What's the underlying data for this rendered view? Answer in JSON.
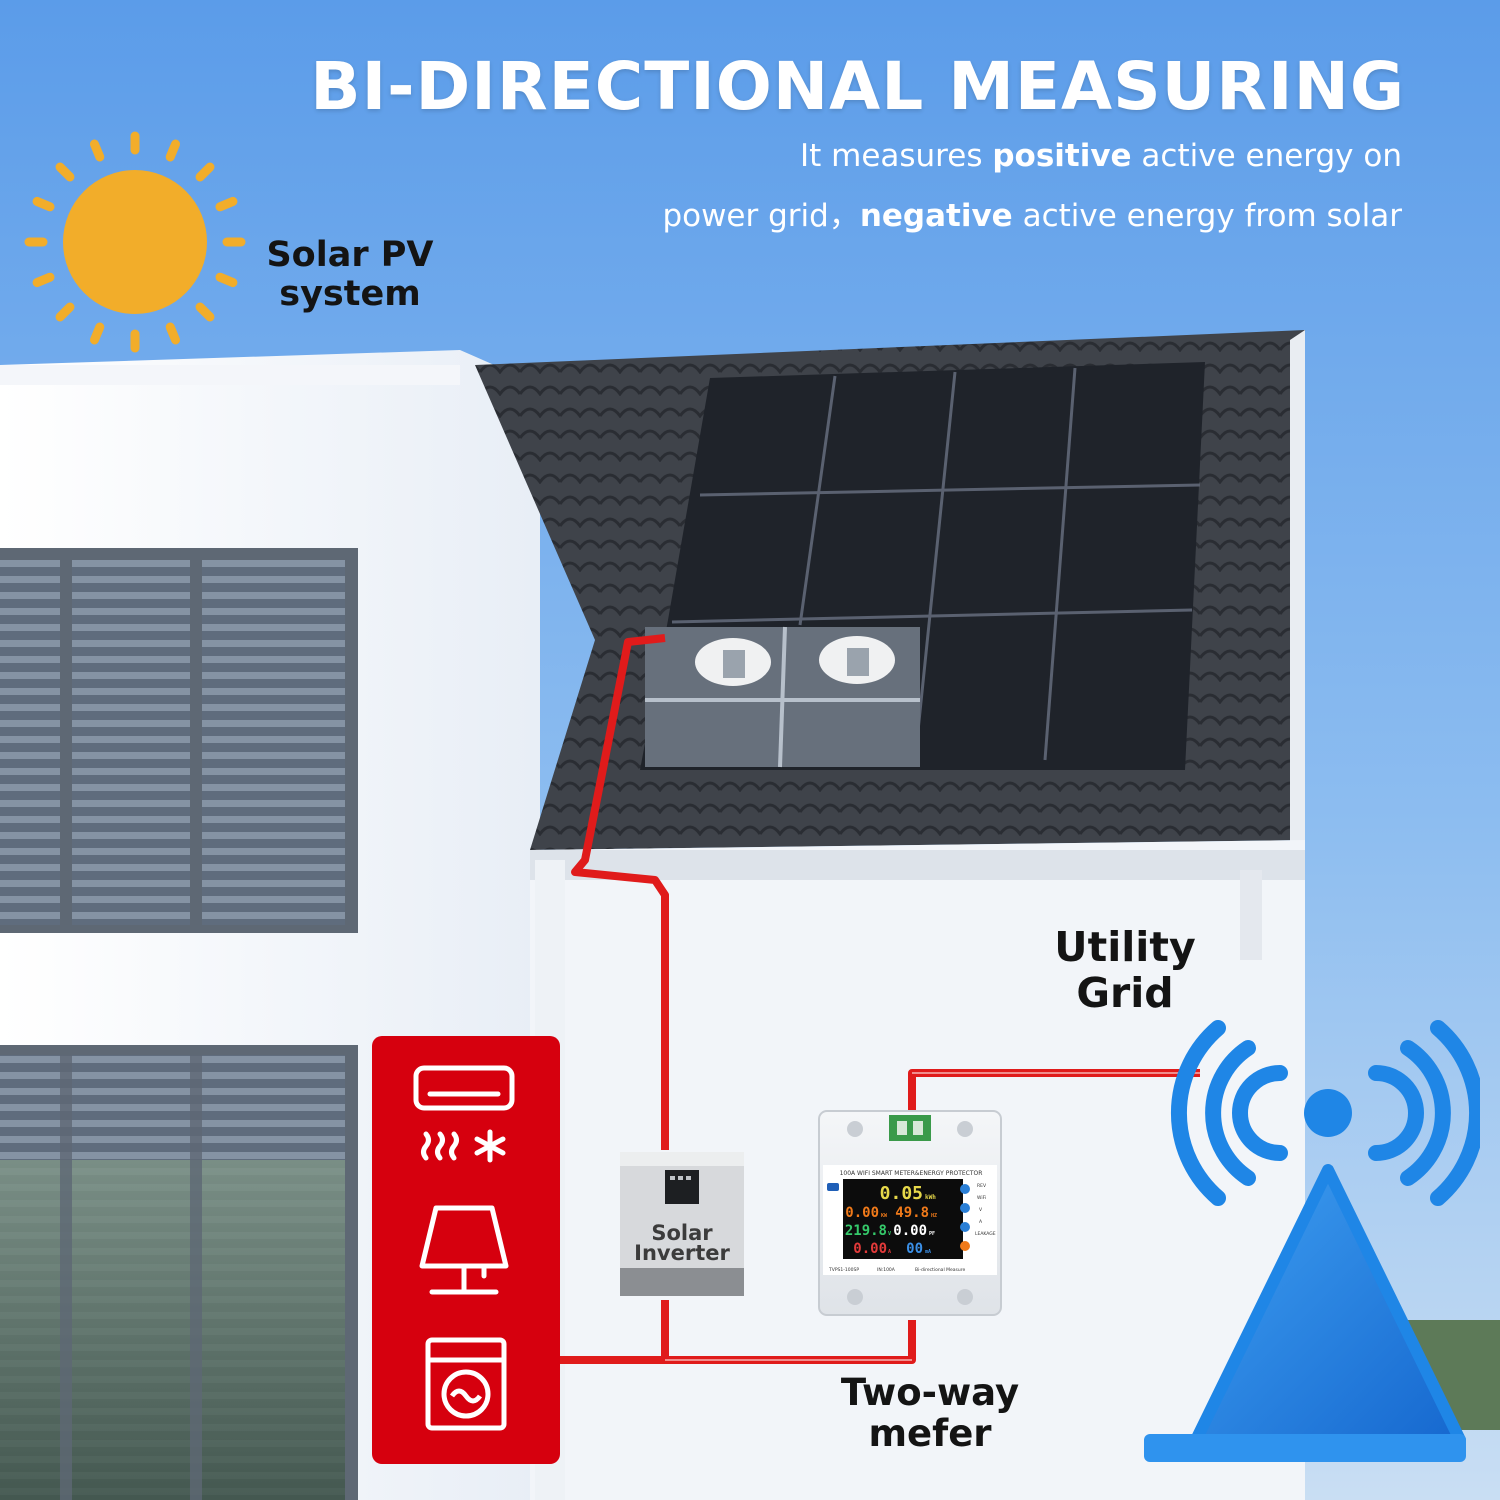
{
  "header": {
    "title": "BI-DIRECTIONAL MEASURING",
    "subtitle_line1_pre": "It measures ",
    "subtitle_line1_bold": "positive",
    "subtitle_line1_post": " active energy on",
    "subtitle_line2_pre": "power grid，",
    "subtitle_line2_bold": "negative",
    "subtitle_line2_post": " active energy from solar"
  },
  "labels": {
    "solar_line1": "Solar PV",
    "solar_line2": "system",
    "grid_line1": "Utility",
    "grid_line2": "Grid",
    "meter_line1": "Two-way",
    "meter_line2": "mefer",
    "inverter_line1": "Solar",
    "inverter_line2": "Inverter"
  },
  "meter": {
    "top_text": "100A WIFI SMART METER&ENERGY PROTECTOR",
    "energy": "0.05",
    "energy_unit": "kWh",
    "power": "0.00",
    "power_unit": "KW",
    "frequency": "49.8",
    "frequency_unit": "HZ",
    "voltage": "219.8",
    "voltage_unit": "V",
    "power_factor": "0.00",
    "power_factor_unit": "PF",
    "current": "0.00",
    "current_unit": "A",
    "leakage": "00",
    "leakage_unit": "mA",
    "model": "TVPS1-100SP",
    "rating": "IN:100A",
    "mode": "Bi-directional Measure",
    "indicators": [
      "REV",
      "WiFi",
      "V",
      "A",
      "LEAKAGE"
    ]
  },
  "colors": {
    "sun": "#f2ad2a",
    "wire": "#e01b1b",
    "appliance_panel": "#d6000e",
    "grid_icon": "#1f86e6",
    "sky_top": "#5d9ee8",
    "solar_panel": "#23272e"
  },
  "icons": [
    "sun-icon",
    "air-conditioner-icon",
    "lamp-icon",
    "washing-machine-icon",
    "cell-tower-icon"
  ]
}
